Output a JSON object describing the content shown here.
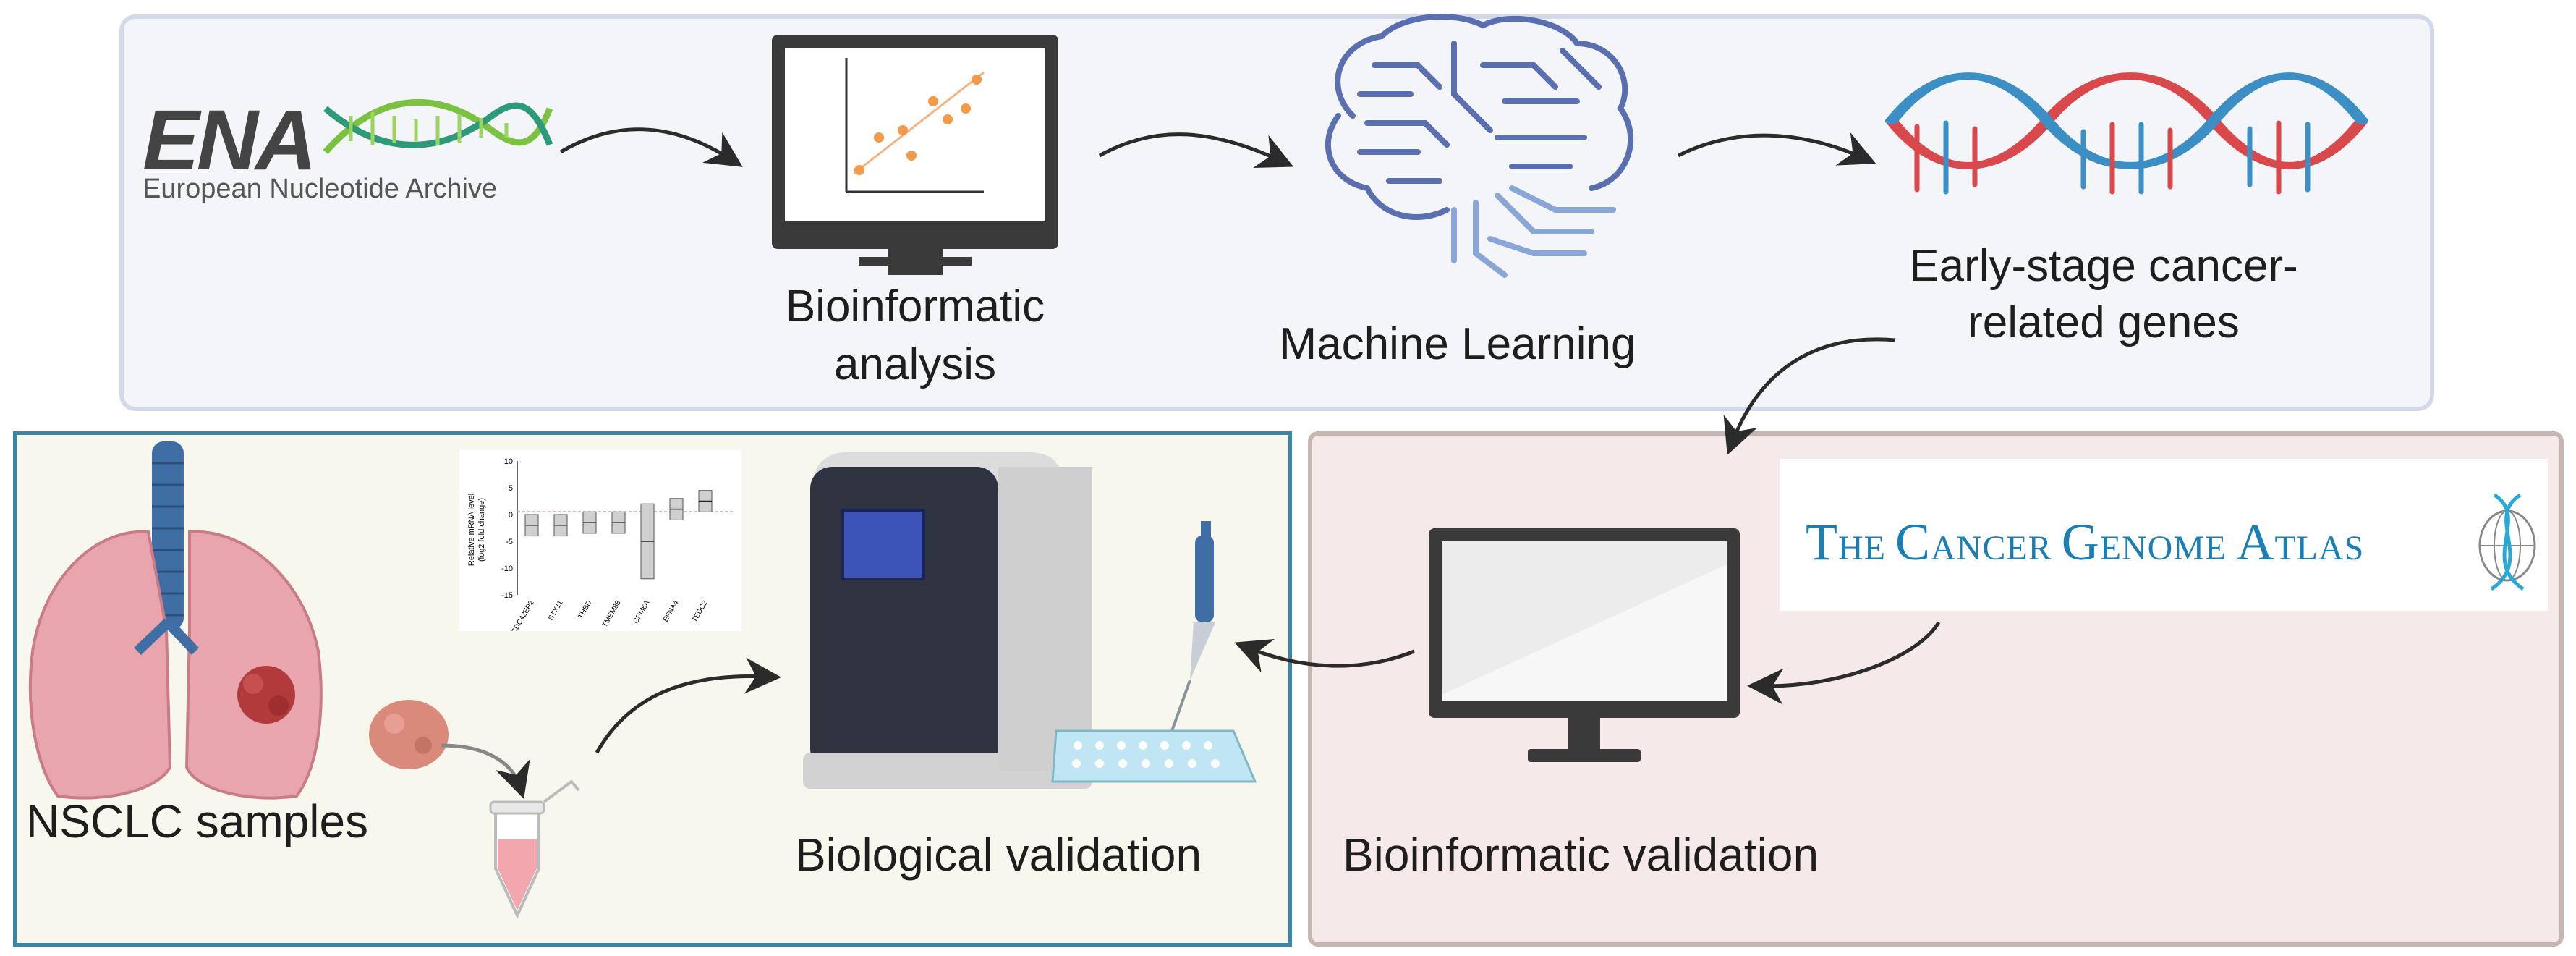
{
  "top": {
    "ena_logo": {
      "mark": "ENA",
      "name": "European Nucleotide Archive"
    },
    "step_bioinformatic_analysis": [
      "Bioinformatic",
      "analysis"
    ],
    "step_machine_learning": "Machine Learning",
    "step_genes": [
      "Early-stage cancer-",
      "related genes"
    ]
  },
  "bottom_left": {
    "nsclc_label": "NSCLC samples",
    "biological_validation_label": "Biological validation",
    "mini_chart": {
      "y_axis_label": [
        "Relative mRNA level",
        "(log2 fold change)"
      ],
      "y_ticks": [
        "10",
        "5",
        "0",
        "-5",
        "-10",
        "-15"
      ],
      "genes": [
        "CDC42EP2",
        "STX11",
        "THBD",
        "TMEM88",
        "GPM6A",
        "EFNA4",
        "TEDC2"
      ],
      "medians": [
        -2,
        -2,
        -1.5,
        -1.5,
        -5,
        1,
        2.5
      ]
    }
  },
  "bottom_right": {
    "tcga_logo": {
      "words": [
        {
          "initial": "T",
          "rest": "HE"
        },
        {
          "initial": "C",
          "rest": "ANCER"
        },
        {
          "initial": "G",
          "rest": "ENOME"
        },
        {
          "initial": "A",
          "rest": "TLAS"
        }
      ]
    },
    "bioinformatic_validation_label": "Bioinformatic validation"
  },
  "colors": {
    "top_panel_bg": "#f4f5f9",
    "left_panel_border": "#3a86a7",
    "right_panel_bg": "#f6e9e9",
    "ena_green": "#7cc242",
    "dna_red": "#d9484b",
    "dna_blue": "#3b8fc4",
    "tcga_blue": "#1a7fb5",
    "brain_blue": "#5a6fb0"
  }
}
